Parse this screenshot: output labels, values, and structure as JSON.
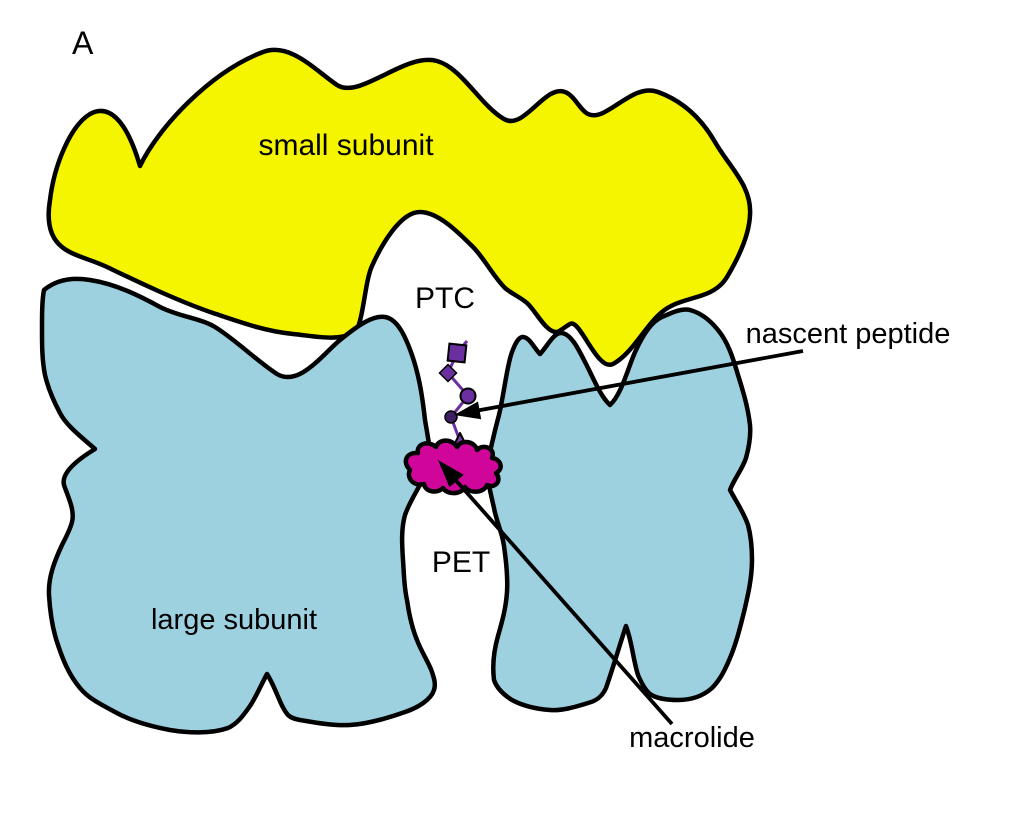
{
  "figure": {
    "panel_label": "A",
    "labels": {
      "small_subunit": "small subunit",
      "large_subunit": "large subunit",
      "ptc": "PTC",
      "pet": "PET",
      "nascent_peptide": "nascent peptide",
      "macrolide": "macrolide"
    },
    "colors": {
      "small_subunit_fill": "#F6F500",
      "large_subunit_fill": "#9DD1DF",
      "macrolide_fill": "#D0069B",
      "peptide_chain_purple": "#6B2FA0",
      "peptide_dot_dark_purple": "#3F1E63",
      "outline": "#000000",
      "background": "#FFFFFF"
    },
    "peptide_chain_beads": [
      "square",
      "diamond",
      "circle",
      "dot",
      "triangle"
    ]
  }
}
